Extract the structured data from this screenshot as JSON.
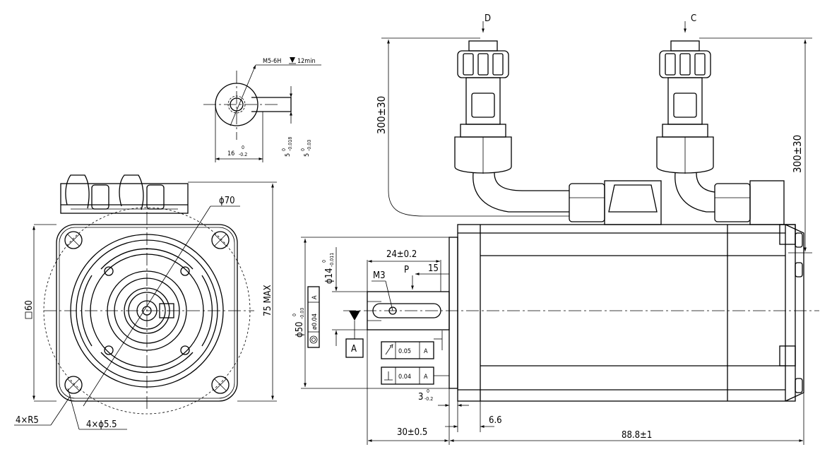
{
  "views": {
    "rear_view": {
      "thread_callout": "M5-6H",
      "thread_depth": "12min",
      "keyway_width_base": "16",
      "keyway_width_tol_upper": "0",
      "keyway_width_tol_lower": "-0.2",
      "key_width_1": "5",
      "key_width_1_tol_upper": "0",
      "key_width_1_tol_lower": "-0.018",
      "key_width_2": "5",
      "key_width_2_tol_upper": "0",
      "key_width_2_tol_lower": "-0.03"
    },
    "front_view": {
      "pcd": "ϕ70",
      "square": "60",
      "height_max": "75 MAX",
      "corner_radius": "4×R5",
      "mount_holes": "4×ϕ5.5"
    },
    "side_view": {
      "connector_d": "D",
      "connector_c": "C",
      "cable_length_left": "300±30",
      "cable_length_right": "300±30",
      "shaft_key_length": "24±0.2",
      "shaft_thread": "M3",
      "datum_p": "P",
      "key_offset": "15",
      "shaft_diameter": "ϕ14",
      "shaft_tol_upper": "0",
      "shaft_tol_lower": "-0.011",
      "pilot_diameter": "ϕ50",
      "pilot_tol_upper": "0",
      "pilot_tol_lower": "-0.03",
      "concentricity_value": "ø0.04",
      "concentricity_datum": "A",
      "datum_a": "A",
      "runout_value": "0.05",
      "runout_datum": "A",
      "perpendicularity_value": "0.04",
      "perpendicularity_datum": "A",
      "pilot_depth": "3",
      "pilot_depth_tol_upper": "0",
      "pilot_depth_tol_lower": "-0.2",
      "flange_thickness": "6.6",
      "shaft_length": "30±0.5",
      "body_length": "88.8±1"
    }
  }
}
